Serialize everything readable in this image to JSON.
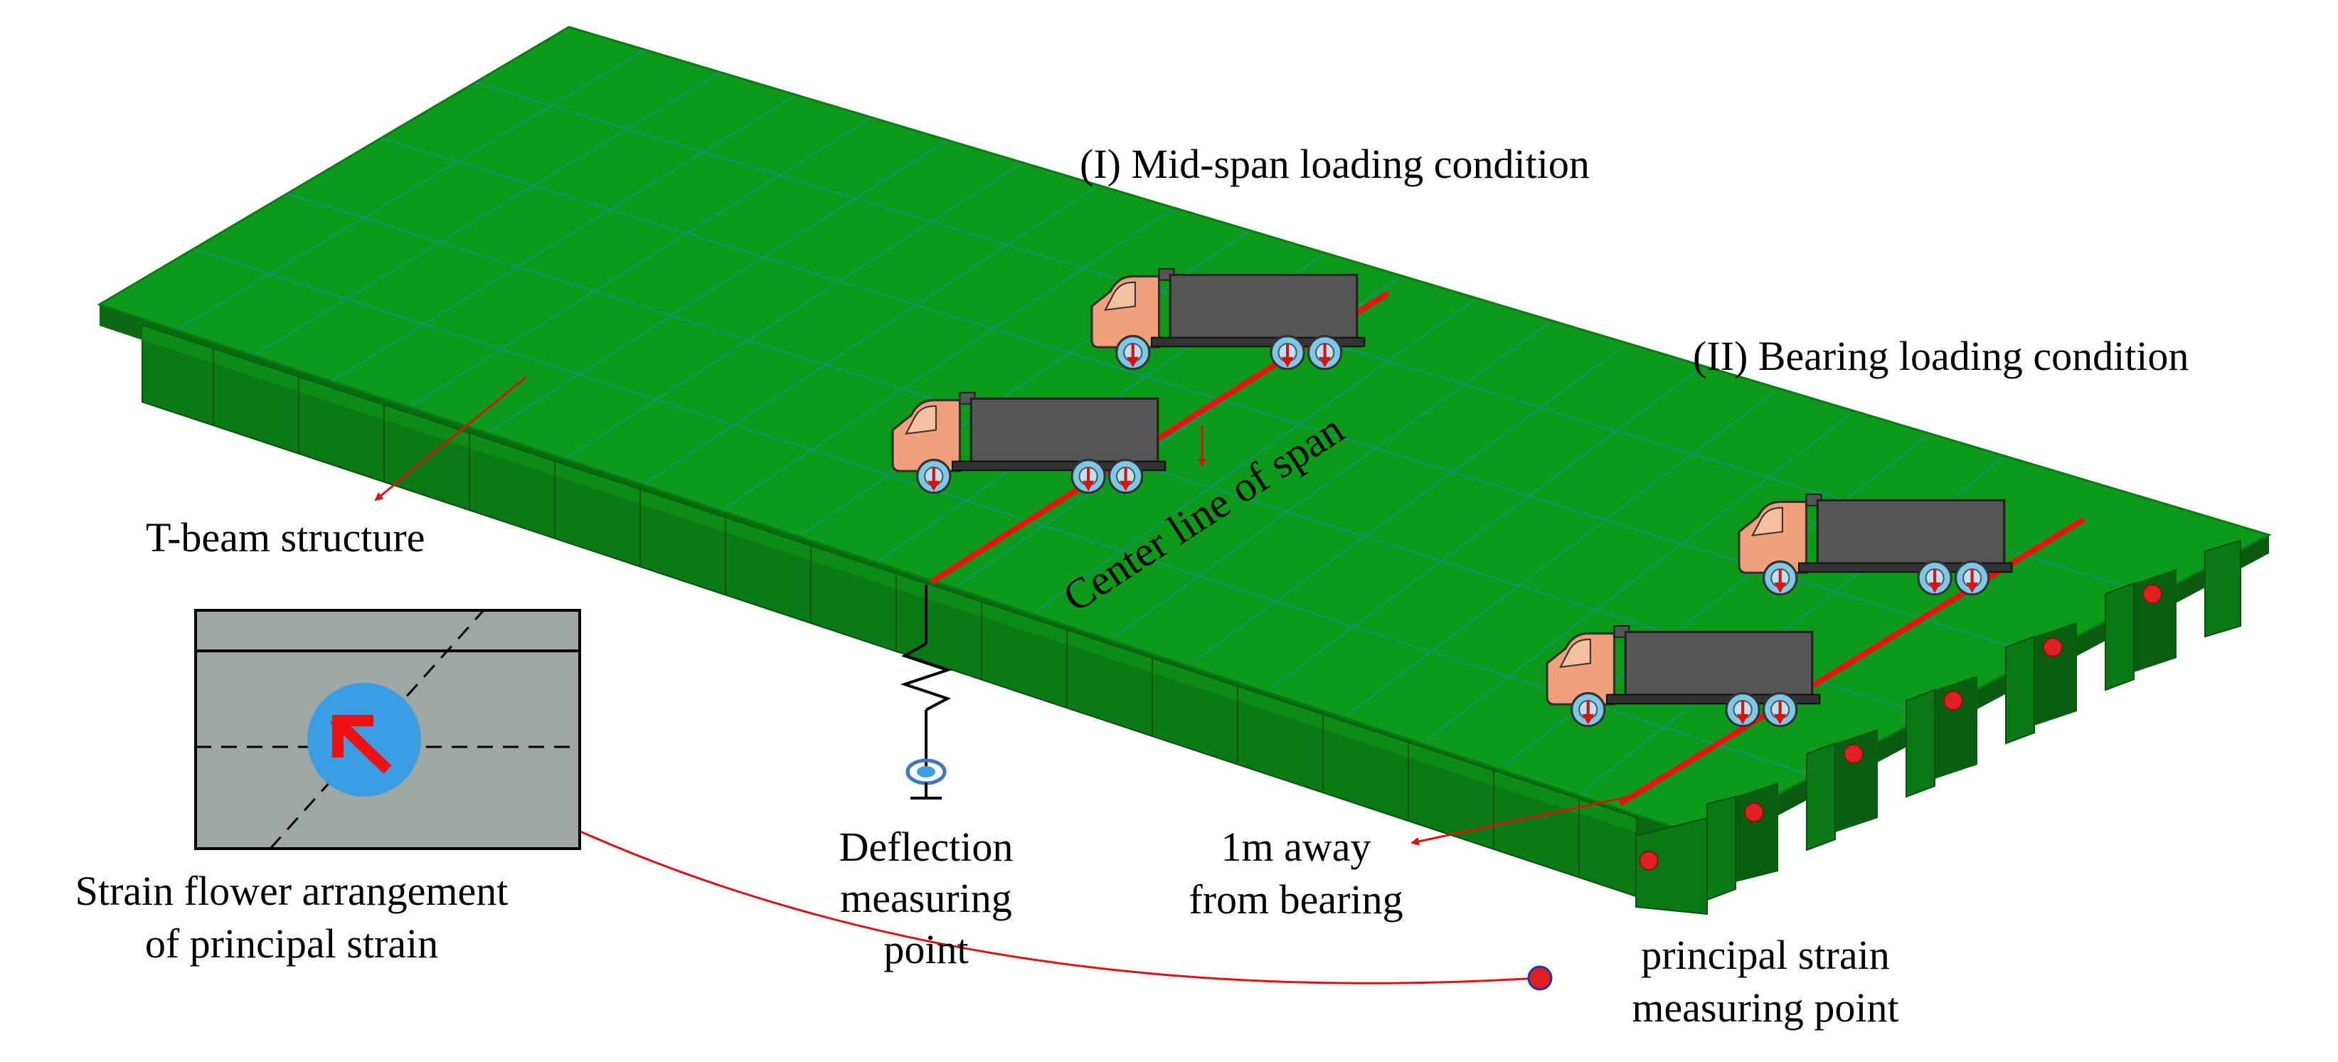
{
  "labels": {
    "midspan_condition": "(I) Mid-span loading condition",
    "bearing_condition": "(II) Bearing loading condition",
    "center_line": "Center line of span",
    "t_beam": "T-beam structure",
    "deflection_line1": "Deflection",
    "deflection_line2": "measuring",
    "deflection_line3": "point",
    "one_m_line1": "1m away",
    "one_m_line2": "from bearing",
    "strain_flower_line1": "Strain flower arrangement",
    "strain_flower_line2": "of principal strain",
    "principal_line1": "principal strain",
    "principal_line2": "measuring point"
  },
  "colors": {
    "deck": "#0c9a18",
    "deck_grid": "#1f8bd0",
    "deck_side": "#0a6a12",
    "girder": "#0a7a14",
    "girder_dark": "#074f0d",
    "center_line": "#ee1111",
    "arrow": "#dd1111",
    "truck_cab": "#f0a07a",
    "truck_body": "#555555",
    "wheel": "#7cc8e8",
    "panel": "#9ea7a4",
    "strain_disk": "#3a9ee2",
    "measure_dot": "#e02020"
  }
}
